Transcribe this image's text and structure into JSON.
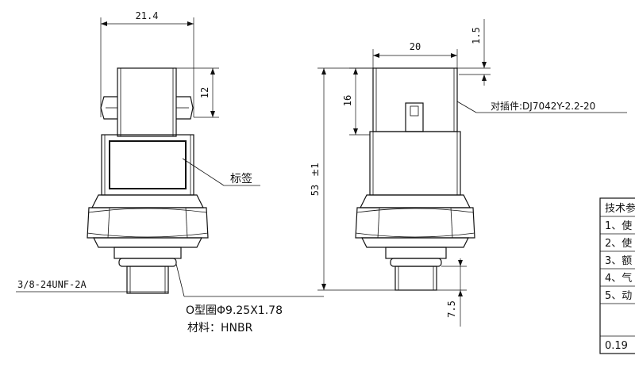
{
  "dimensions": {
    "width_left": "21.4",
    "width_top": "20",
    "top_offset": "1.5",
    "terminal_height": "12",
    "connector_height": "16",
    "overall_length": "53",
    "overall_tolerance": "±1",
    "thread_length": "7.5"
  },
  "labels": {
    "tag": "标签",
    "mating_plug": "对插件:DJ7042Y-2.2-20",
    "thread": "3/8-24UNF-2A",
    "oring": "O型圈Φ9.25X1.78",
    "material": "材料：HNBR"
  },
  "tech_table": {
    "rows": [
      "技术参",
      "1、使",
      "2、使",
      "3、额",
      "4、气",
      "5、动",
      "",
      "0.19"
    ]
  }
}
